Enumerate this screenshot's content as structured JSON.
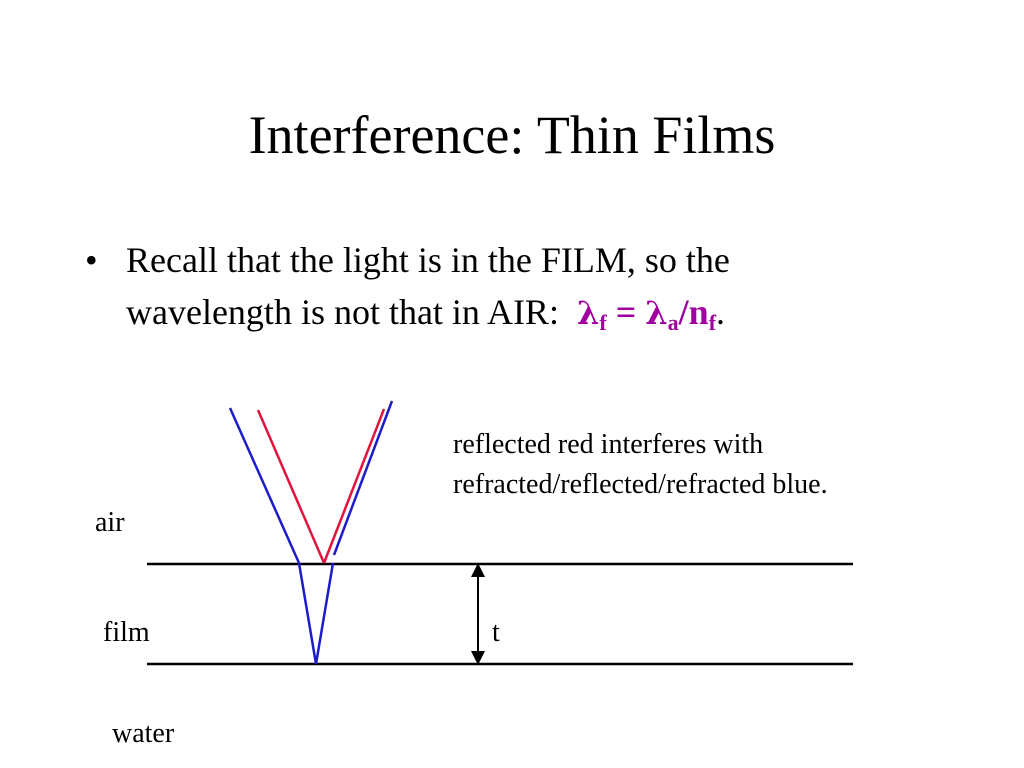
{
  "slide": {
    "title": "Interference:  Thin Films",
    "bullet": {
      "marker": "•",
      "line1": "Recall that the light is in the FILM, so the",
      "line2": "wavelength is not that in AIR:",
      "formula": {
        "lambda_symbol": "λ",
        "sub_f": "f",
        "equals": " = ",
        "sub_a": "a",
        "slash_n": "/n",
        "sub_nf": "f",
        "color": "#a000a0"
      },
      "trailing": "."
    }
  },
  "diagram": {
    "caption_line1": "reflected red interferes with",
    "caption_line2": "refracted/reflected/refracted blue.",
    "labels": {
      "air": "air",
      "film": "film",
      "water": "water",
      "thickness": "t"
    },
    "colors": {
      "red_ray": "#e0143c",
      "blue_ray": "#1c1ccc",
      "interface": "#000000"
    }
  }
}
